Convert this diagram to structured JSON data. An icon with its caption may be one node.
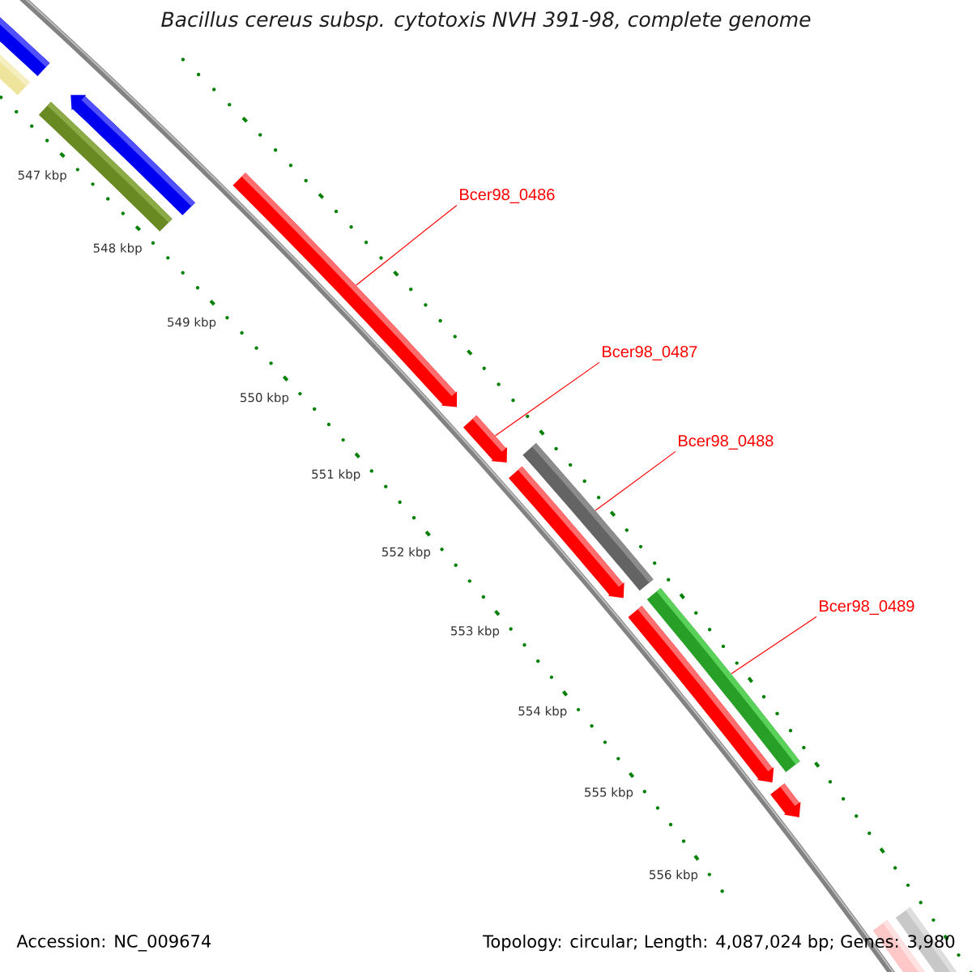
{
  "diagram": {
    "title": "Bacillus cereus subsp. cytotoxis NVH 391-98, complete genome",
    "nodes": [
      {
        "text": [
          "Bcer98_0486"
        ]
      },
      {
        "text": [
          "Bcer98_0487"
        ]
      },
      {
        "text": [
          "Bcer98_0488"
        ]
      },
      {
        "text": [
          "Bcer98_0489"
        ]
      },
      {
        "text": [],
        "shape": "bar"
      },
      {
        "text": [],
        "shape": "bar"
      },
      {
        "text": [],
        "shape": "bar"
      },
      {
        "text": [],
        "shape": "bar"
      }
    ],
    "edges": [
      {
        "from": 0,
        "to": 4,
        "arrow": "none"
      },
      {
        "from": 1,
        "to": 5,
        "arrow": "none"
      },
      {
        "from": 2,
        "to": 6,
        "arrow": "none"
      },
      {
        "from": 3,
        "to": 7,
        "arrow": "none"
      }
    ],
    "labels": [
      "547 kbp",
      "548 kbp",
      "549 kbp",
      "550 kbp",
      "551 kbp",
      "552 kbp",
      "553 kbp",
      "554 kbp",
      "555 kbp",
      "556 kbp",
      "Accession: NC_009674",
      "Topology: circular; Length: 4,087,024 bp; Genes: 3,980"
    ]
  }
}
